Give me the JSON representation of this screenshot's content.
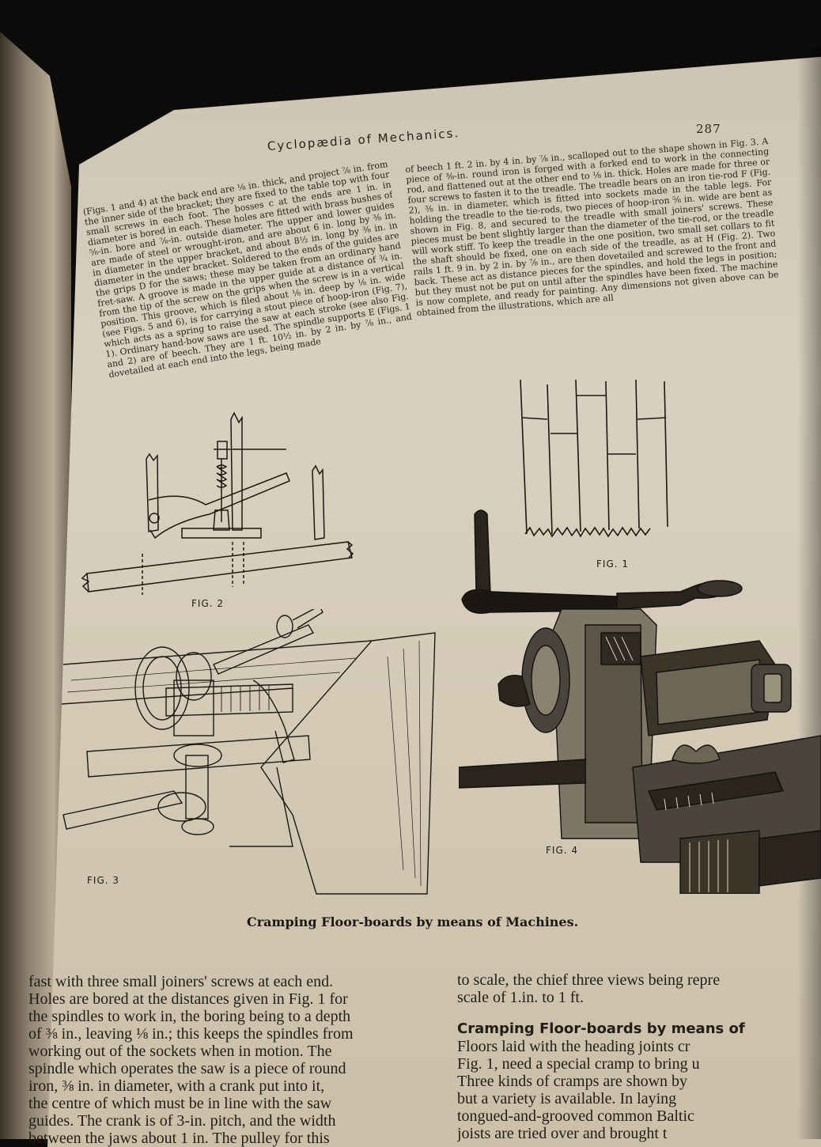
{
  "header": {
    "page_number": "287",
    "running_title": "Cyclopædia of Mechanics."
  },
  "top_text": {
    "left_column": "(Figs. 1 and 4) at the back end are ⅛ in. thick, and project ⅞ in. from the inner side of the bracket; they are fixed to the table top with four small screws in each foot. The bosses c at the ends are 1 in. in diameter is bored in each. These holes are fitted with brass bushes of ⅝-in. bore and ⅞-in. outside diameter. The upper and lower guides are made of steel or wrought-iron, and are about 6 in. long by ⅜ in. in diameter in the upper bracket, and about 8½ in. long by ⅜ in. in diameter in the under bracket. Soldered to the ends of the guides are the grips D for the saws; these may be taken from an ordinary hand fret-saw. A groove is made in the upper guide at a distance of ¾ in. from the tip of the screw on the grips when the screw is in a vertical position. This groove, which is filed about ⅛ in. deep by ⅛ in. wide (see Figs. 5 and 6), is for carrying a stout piece of hoop-iron (Fig. 7), which acts as a spring to raise the saw at each stroke (see also Fig. 1). Ordinary hand-bow saws are used. The spindle supports E (Figs. 1 and 2) are of beech. They are 1 ft. 10½ in. by 2 in. by ⅞ in., and dovetailed at each end into the legs, being made",
    "right_column": "of beech 1 ft. 2 in. by 4 in. by ⅞ in., scalloped out to the shape shown in Fig. 3. A piece of ⅜-in. round iron is forged with a forked end to work in the connecting rod, and flattened out at the other end to ⅛ in. thick. Holes are made for three or four screws to fasten it to the treadle. The treadle bears on an iron tie-rod F (Fig. 2), ⅜ in. in diameter, which is fitted into sockets made in the table legs. For holding the treadle to the tie-rods, two pieces of hoop-iron ⅝ in. wide are bent as shown in Fig. 8, and secured to the treadle with small joiners' screws. These pieces must be bent slightly larger than the diameter of the tie-rod, or the treadle will work stiff. To keep the treadle in the one position, two small set collars to fit the shaft should be fixed, one on each side of the treadle, as at H (Fig. 2). Two rails 1 ft. 9 in. by 2 in. by ⅞ in., are then dovetailed and screwed to the front and back. These act as distance pieces for the spindles, and hold the legs in position; but they must not be put on until after the spindles have been fixed. The machine is now complete, and ready for painting. Any dimensions not given above can be obtained from the illustrations, which are all"
  },
  "figures": {
    "fig1": "FIG. 1",
    "fig2": "FIG. 2",
    "fig3": "FIG. 3",
    "fig4": "FIG. 4"
  },
  "caption": "Cramping Floor-boards by means of Machines.",
  "bottom_left": [
    "fast with three small joiners' screws at each end.",
    "Holes are bored at the distances given in Fig. 1 for",
    "the spindles to work in, the boring being to a depth",
    "of ⅜ in., leaving ⅛ in.; this keeps the spindles from",
    "working out of the sockets when in motion. The",
    "spindle which operates the saw is a piece of round",
    "iron, ⅜ in. in diameter, with a crank put into it,",
    "the centre of which must be in line with the saw",
    "guides. The crank is of 3-in. pitch, and the width",
    "between the jaws about 1 in. The pulley for this"
  ],
  "bottom_right": {
    "lines_before": [
      "to scale, the chief three views being repre",
      "scale of 1.in. to 1 ft."
    ],
    "heading": "Cramping Floor-boards by means of",
    "lines_after": [
      "Floors laid with the heading joints cr",
      "Fig. 1, need a special cramp to bring u",
      "Three kinds of cramps are shown by",
      "but a variety is available. In laying",
      "tongued-and-grooved common Baltic",
      "joists are tried over and brought t"
    ]
  }
}
